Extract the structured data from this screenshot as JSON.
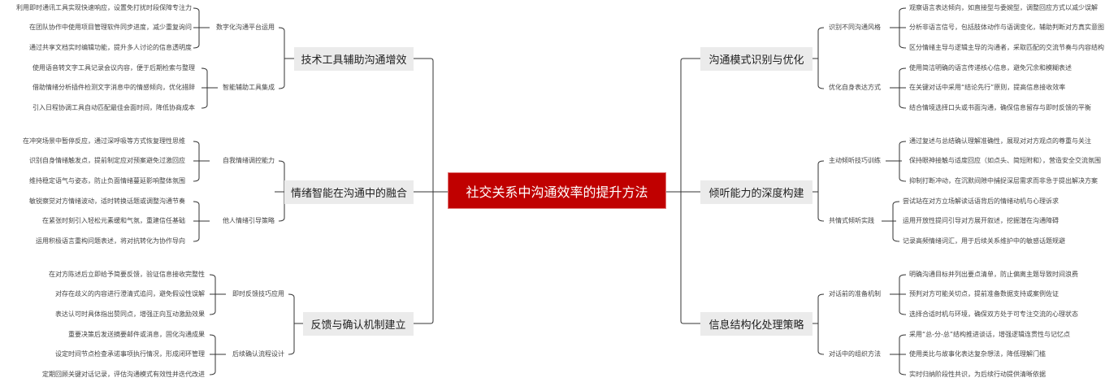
{
  "center": {
    "title": "社交关系中沟通效率的提升方法",
    "color": "#C00000"
  },
  "left": [
    {
      "label": "技术工具辅助沟通增效",
      "subs": [
        {
          "label": "数字化沟通平台运用",
          "leaves": [
            "利用即时通讯工具实现快速响应，设置免打扰时段保障专注力",
            "在团队协作中使用项目管理软件同步进度，减少重复询问",
            "通过共享文档实时编辑功能，提升多人讨论的信息透明度"
          ]
        },
        {
          "label": "智能辅助工具集成",
          "leaves": [
            "使用语音转文字工具记录会议内容，便于后期检索与整理",
            "借助情绪分析插件检测文字消息中的情感倾向，优化措辞",
            "引入日程协调工具自动匹配最佳会面时间，降低协商成本"
          ]
        }
      ]
    },
    {
      "label": "情绪智能在沟通中的融合",
      "subs": [
        {
          "label": "自我情绪调控能力",
          "leaves": [
            "在冲突场景中暂停反应，通过深呼吸等方式恢复理性思维",
            "识别自身情绪触发点，提前制定应对预案避免过激回应",
            "维持稳定语气与姿态，防止负面情绪蔓延影响整体氛围"
          ]
        },
        {
          "label": "他人情绪引导策略",
          "leaves": [
            "敏锐察觉对方情绪波动，适时转换话题或调整沟通节奏",
            "在紧张时刻引入轻松元素缓和气氛，重建信任基础",
            "运用积极语言重构问题表述，将对抗转化为协作导向"
          ]
        }
      ]
    },
    {
      "label": "反馈与确认机制建立",
      "subs": [
        {
          "label": "即时反馈技巧应用",
          "leaves": [
            "在对方陈述后立即给予简要反馈，验证信息接收完整性",
            "对存在歧义的内容进行澄清式追问，避免假设性误解",
            "表达认可时具体指出赞同点，增强正向互动激励效果"
          ]
        },
        {
          "label": "后续确认流程设计",
          "leaves": [
            "重要决策后发送摘要邮件或消息，固化沟通成果",
            "设定时间节点检查承诺事项执行情况，形成闭环管理",
            "定期回顾关键对话记录，评估沟通模式有效性并迭代改进"
          ]
        }
      ]
    }
  ],
  "right": [
    {
      "label": "沟通模式识别与优化",
      "subs": [
        {
          "label": "识别不同沟通风格",
          "leaves": [
            "观察语言表达倾向，如直接型与委婉型，调整回应方式以减少误解",
            "分析非语言信号，包括肢体动作与语调变化，辅助判断对方真实意图",
            "区分情绪主导与逻辑主导的沟通者，采取匹配的交流节奏与内容结构"
          ]
        },
        {
          "label": "优化自身表达方式",
          "leaves": [
            "使用简洁明确的语言传递核心信息，避免冗余和模糊表述",
            "在关键对话中采用“结论先行”原则，提高信息接收效率",
            "结合情境选择口头或书面沟通，确保信息留存与即时反馈的平衡"
          ]
        }
      ]
    },
    {
      "label": "倾听能力的深度构建",
      "subs": [
        {
          "label": "主动倾听技巧训练",
          "leaves": [
            "通过复述与总结确认理解准确性，展现对对方观点的尊重与关注",
            "保持眼神接触与适度回应（如点头、简短附和），营造安全交流氛围",
            "抑制打断冲动，在沉默间隙中捕捉深层需求而非急于提出解决方案"
          ]
        },
        {
          "label": "共情式倾听实践",
          "leaves": [
            "尝试站在对方立场解读话语背后的情绪动机与心理诉求",
            "运用开放性提问引导对方展开叙述，挖掘潜在沟通障碍",
            "记录高频情绪词汇，用于后续关系维护中的敏感话题规避"
          ]
        }
      ]
    },
    {
      "label": "信息结构化处理策略",
      "subs": [
        {
          "label": "对话前的准备机制",
          "leaves": [
            "明确沟通目标并列出要点清单，防止偏离主题导致时间浪费",
            "预判对方可能关切点，提前准备数据支持或案例佐证",
            "选择合适时机与环境，确保双方处于可专注交流的心理状态"
          ]
        },
        {
          "label": "对话中的组织方法",
          "leaves": [
            "采用“总-分-总”结构推进谈话，增强逻辑连贯性与记忆点",
            "使用类比与故事化表达复杂想法，降低理解门槛",
            "实时归纳阶段性共识，为后续行动提供清晰依据"
          ]
        }
      ]
    }
  ],
  "style": {
    "line_color": "#333333",
    "branch_bg": "#EBEBEB"
  }
}
